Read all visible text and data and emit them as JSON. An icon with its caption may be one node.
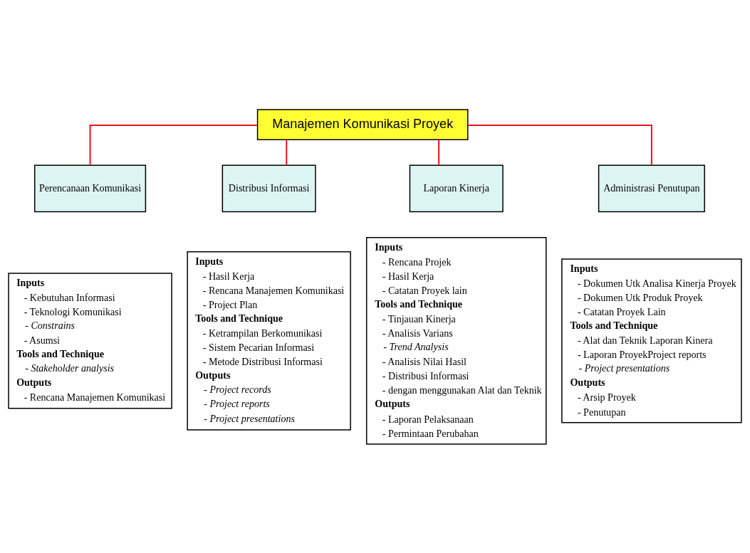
{
  "diagram": {
    "nodes": [
      {
        "text": [
          "Manajemen Komunikasi Proyek"
        ]
      },
      {
        "text": [
          "Perencanaan Komunikasi"
        ]
      },
      {
        "text": [
          "Inputs",
          "- Kebutuhan Informasi",
          "- Teknologi Komunikasi",
          "- Constrains",
          "- Asumsi",
          "Tools and Technique",
          "- Stakeholder analysis",
          "Outputs",
          "- Rencana Manajemen Komunikasi"
        ]
      },
      {
        "text": [
          "Distribusi Informasi"
        ]
      },
      {
        "text": [
          "Inputs",
          "- Hasil Kerja",
          "- Rencana Manajemen Komunikasi",
          "- Project Plan",
          "Tools and Technique",
          "- Ketrampilan Berkomunikasi",
          "- Sistem Pecarian Informasi",
          "- Metode Distribusi Informasi",
          "Outputs",
          "- Project records",
          "- Project reports",
          "- Project presentations"
        ]
      },
      {
        "text": [
          "Laporan Kinerja"
        ]
      },
      {
        "text": [
          "Inputs",
          "- Rencana Projek",
          "- Hasil Kerja",
          "- Catatan Proyek lain",
          "Tools and Technique",
          "- Tinjauan Kinerja",
          "- Analisis Varians",
          "- Trend Analysis",
          "- Analisis Nilai Hasil",
          "- Distribusi Informasi",
          "- dengan menggunakan Alat dan Teknik",
          "Outputs",
          "- Laporan Pelaksanaan",
          "- Permintaan Perubahan"
        ]
      },
      {
        "text": [
          "Administrasi Penutupan"
        ]
      },
      {
        "text": [
          "Inputs",
          "- Dokumen Utk Analisa Kinerja Proyek",
          "- Dokumen Utk Produk Proyek",
          "- Catatan Proyek Lain",
          "Tools and Technique",
          "- Alat dan Teknik Laporan Kinera",
          "- Laporan ProyekProject reports",
          "- Project presentations",
          "Outputs",
          "- Arsip Proyek",
          "- Penutupan"
        ]
      }
    ],
    "edges": [
      {
        "from": 0,
        "to": 1,
        "arrow": "none",
        "color": "#e8141e"
      },
      {
        "from": 0,
        "to": 3,
        "arrow": "none",
        "color": "#e8141e"
      },
      {
        "from": 0,
        "to": 5,
        "arrow": "none",
        "color": "#e8141e"
      },
      {
        "from": 0,
        "to": 7,
        "arrow": "none",
        "color": "#e8141e"
      }
    ]
  }
}
